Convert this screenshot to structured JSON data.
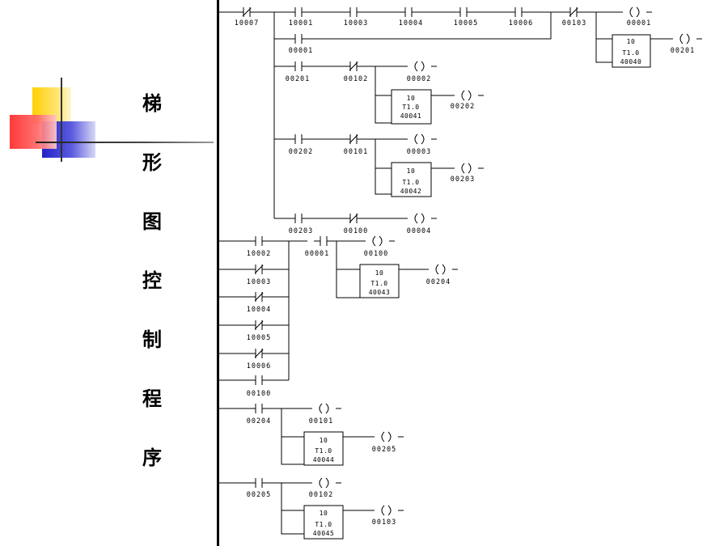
{
  "title_chars": [
    "梯",
    "形",
    "图",
    "控",
    "制",
    "程",
    "序"
  ],
  "decor": {
    "yellow": "#FFD700",
    "red": "#FF4A4A",
    "blue": "#2B2BCC",
    "rule": "#555555"
  },
  "labels": {
    "n10007": "10007",
    "n10001": "10001",
    "n10003": "10003",
    "n10004": "10004",
    "n10005": "10005",
    "n10006": "10006",
    "n00103a": "00103",
    "coil00001": "00001",
    "n00001a": "00001",
    "coil00201": "00201",
    "n00201": "00201",
    "n00102a": "00102",
    "coil00002": "00002",
    "coil00202": "00202",
    "n00202": "00202",
    "n00101a": "00101",
    "coil00003": "00003",
    "coil00203": "00203",
    "n00203": "00203",
    "n00100a": "00100",
    "coil00004": "00004",
    "n10002": "10002",
    "n00001b": "00001",
    "coil00100": "00100",
    "coil00204": "00204",
    "n10003b": "10003",
    "n10004b": "10004",
    "n10005b": "10005",
    "n10006b": "10006",
    "n00100b": "00100",
    "n00204": "00204",
    "coil00101": "00101",
    "coil00205": "00205",
    "n00205": "00205",
    "coil00102": "00102",
    "coil00103": "00103"
  },
  "timers": {
    "t40040": {
      "preset": "10",
      "base": "T1.0",
      "address": "40040"
    },
    "t40041": {
      "preset": "10",
      "base": "T1.0",
      "address": "40041"
    },
    "t40042": {
      "preset": "10",
      "base": "T1.0",
      "address": "40042"
    },
    "t40043": {
      "preset": "10",
      "base": "T1.0",
      "address": "40043"
    },
    "t40044": {
      "preset": "10",
      "base": "T1.0",
      "address": "40044"
    },
    "t40045": {
      "preset": "10",
      "base": "T1.0",
      "address": "40045"
    }
  }
}
